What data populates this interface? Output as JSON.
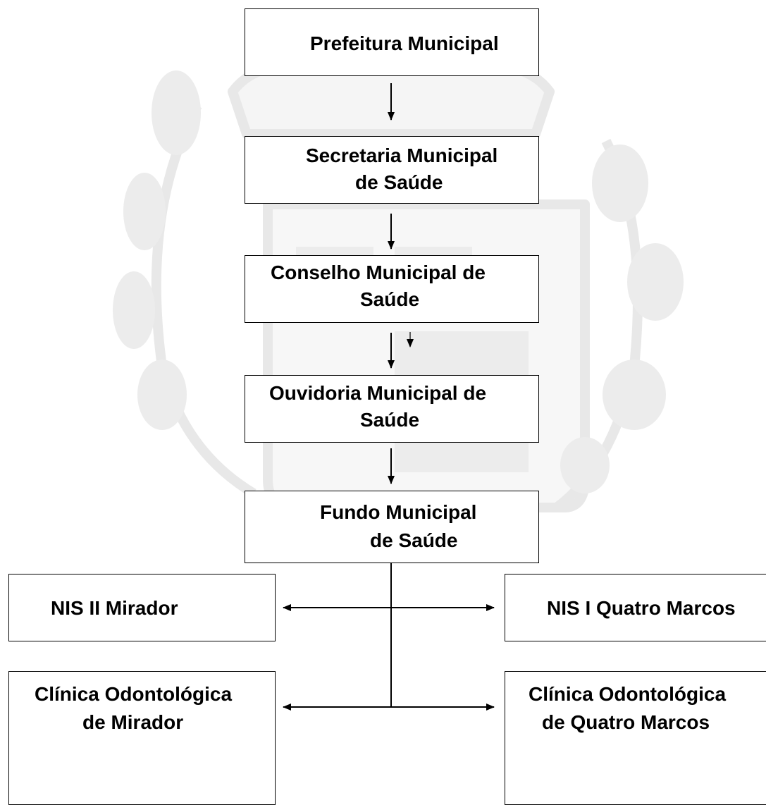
{
  "diagram": {
    "boxes": [
      {
        "id": "prefeitura",
        "line1": "Prefeitura Municipal",
        "line2": ""
      },
      {
        "id": "secretaria",
        "line1": "Secretaria Municipal",
        "line2": "de Saúde"
      },
      {
        "id": "conselho",
        "line1": "Conselho Municipal de",
        "line2": "Saúde"
      },
      {
        "id": "ouvidoria",
        "line1": "Ouvidoria Municipal de",
        "line2": "Saúde"
      },
      {
        "id": "fundo",
        "line1": "Fundo Municipal",
        "line2": "de Saúde"
      },
      {
        "id": "nis-mirador",
        "line1": "NIS II Mirador",
        "line2": ""
      },
      {
        "id": "nis-quatro-marcos",
        "line1": "NIS I Quatro Marcos",
        "line2": ""
      },
      {
        "id": "clinica-mirador",
        "line1": "Clínica Odontológica",
        "line2": "de Mirador"
      },
      {
        "id": "clinica-quatro-marcos",
        "line1": "Clínica Odontológica",
        "line2": "de Quatro Marcos"
      }
    ]
  }
}
